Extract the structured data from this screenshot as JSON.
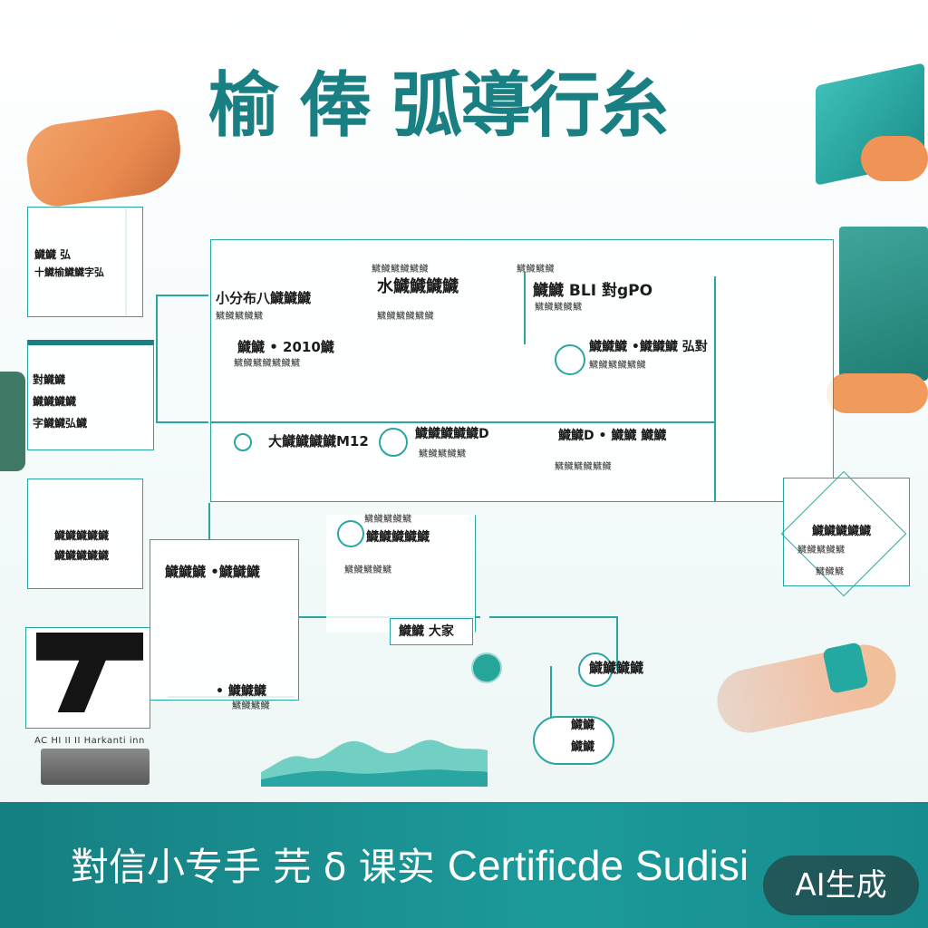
{
  "title": "榆 俸 弧導⾏⽷",
  "colors": {
    "accent": "#2aa6a2",
    "title": "#1a7f82",
    "footer_bg": "#1a9090",
    "illustration_orange": "#ef9456"
  },
  "left_column": {
    "box1": {
      "line1": "鱵鱵 弘",
      "line2": "十鱵榆鱵鱵字弘"
    },
    "box2": {
      "line1": "對鱵鱵",
      "line2": "鱵鱵鱵鱵",
      "line3": "字鱵鱵弘鱵"
    },
    "box3": {
      "line1": "鱵鱵鱵鱵鱵",
      "line2": "鱵鱵鱵鱵鱵"
    },
    "logo_caption": "AC HI II II Harkanti inn"
  },
  "main_panel": {
    "r1c1": {
      "title": "小分布⼋鱵鱵鱵",
      "sub": "鱵鱵鱵鱵鱵"
    },
    "r1c2": {
      "top": "鱵鱵鱵鱵鱵鱵",
      "title": "水鱵鱵鱵鱵",
      "sub": "鱵鱵鱵鱵鱵鱵"
    },
    "r1c3": {
      "top": "鱵鱵鱵鱵",
      "title": "鱵鱵 BLI 對gPO",
      "sub": "鱵鱵鱵鱵鱵"
    },
    "r2c1": {
      "title": "鱵鱵 • 2010鱵",
      "sub": "鱵鱵鱵鱵鱵鱵鱵"
    },
    "r2c3": {
      "title": "鱵鱵鱵 •鱵鱵鱵 弘對",
      "sub": "鱵鱵鱵鱵鱵鱵"
    },
    "r3c1": {
      "title": "⼤鱵鱵鱵鱵M12"
    },
    "r3c2": {
      "title": "鱵鱵鱵鱵鱵D",
      "sub": "鱵鱵鱵鱵鱵"
    },
    "r3c3": {
      "title": "鱵鱵D • 鱵鱵 鱵鱵",
      "sub": "鱵鱵鱵鱵鱵鱵"
    }
  },
  "middle": {
    "box_top": {
      "line1": "鱵鱵鱵鱵鱵",
      "line2": "鱵鱵鱵鱵鱵",
      "line3": "鱵鱵鱵鱵鱵"
    },
    "box_left": {
      "label": "鱵鱵鱵 •鱵鱵鱵"
    },
    "box_left_low": {
      "line1": "• 鱵鱵鱵",
      "line2": "鱵鱵鱵鱵"
    },
    "small_box": "鱵鱵 ⼤家",
    "node_right": "鱵鱵鱵鱵",
    "node_low": {
      "line1": "鱵鱵",
      "line2": "鱵鱵"
    }
  },
  "right_frame": {
    "line1": "鱵鱵鱵鱵鱵",
    "line2": "鱵鱵鱵鱵鱵",
    "line3": "鱵鱵鱵"
  },
  "footer": {
    "cjk": "對信小专手 芫 δ 课实",
    "latin": "Certificde Sudisi"
  },
  "badge": "AI生成"
}
